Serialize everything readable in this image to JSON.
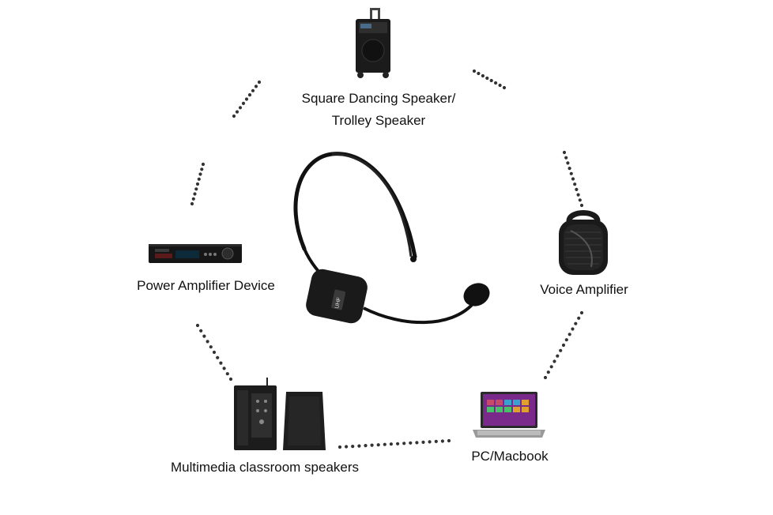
{
  "diagram": {
    "center": {
      "icon": "wireless-headset-microphone-icon",
      "device_brand": "",
      "device_label": "UHF"
    },
    "devices": [
      {
        "id": "trolley",
        "icon": "trolley-speaker-icon",
        "label_lines": [
          "Square Dancing Speaker/",
          "Trolley Speaker"
        ]
      },
      {
        "id": "voice",
        "icon": "voice-amplifier-icon",
        "label_lines": [
          "Voice Amplifier"
        ]
      },
      {
        "id": "pc",
        "icon": "laptop-icon",
        "label_lines": [
          "PC/Macbook"
        ]
      },
      {
        "id": "classroom",
        "icon": "classroom-speakers-icon",
        "label_lines": [
          "Multimedia classroom speakers"
        ]
      },
      {
        "id": "amp",
        "icon": "power-amplifier-icon",
        "label_lines": [
          "Power Amplifier Device"
        ]
      }
    ],
    "colors": {
      "ring_dots": "#333333",
      "device_body": "#1a1a1a",
      "label_text": "#111111",
      "background": "#ffffff"
    }
  }
}
